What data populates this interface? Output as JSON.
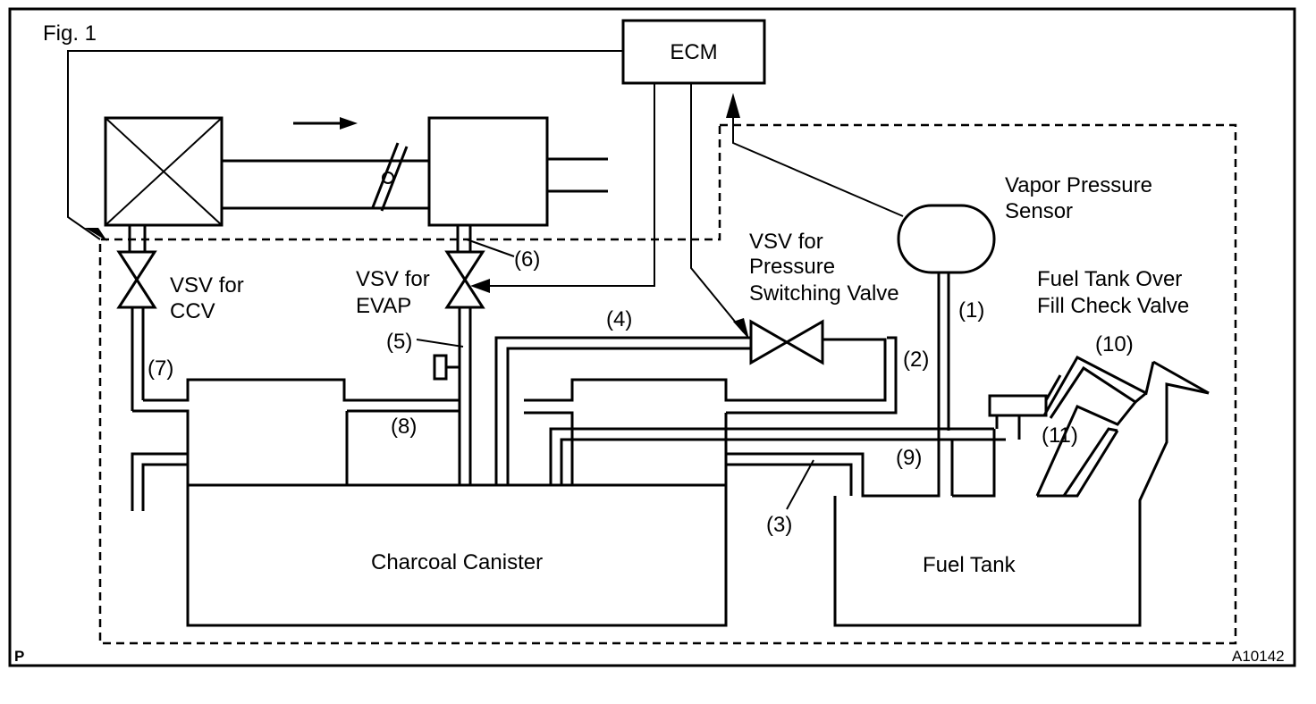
{
  "figure": {
    "title": "Fig. 1",
    "corner_mark": "P",
    "figure_id": "A10142"
  },
  "components": {
    "ecm": "ECM",
    "vapor_pressure_sensor": [
      "Vapor Pressure",
      "Sensor"
    ],
    "vsv_pressure_switching": [
      "VSV for",
      "Pressure",
      "Switching Valve"
    ],
    "fill_check_valve": [
      "Fuel Tank Over",
      "Fill Check Valve"
    ],
    "vsv_ccv": [
      "VSV for",
      "CCV"
    ],
    "vsv_evap": [
      "VSV for",
      "EVAP"
    ],
    "charcoal_canister": "Charcoal Canister",
    "fuel_tank": "Fuel Tank"
  },
  "callouts": [
    "(1)",
    "(2)",
    "(3)",
    "(4)",
    "(5)",
    "(6)",
    "(7)",
    "(8)",
    "(9)",
    "(10)",
    "(11)"
  ]
}
